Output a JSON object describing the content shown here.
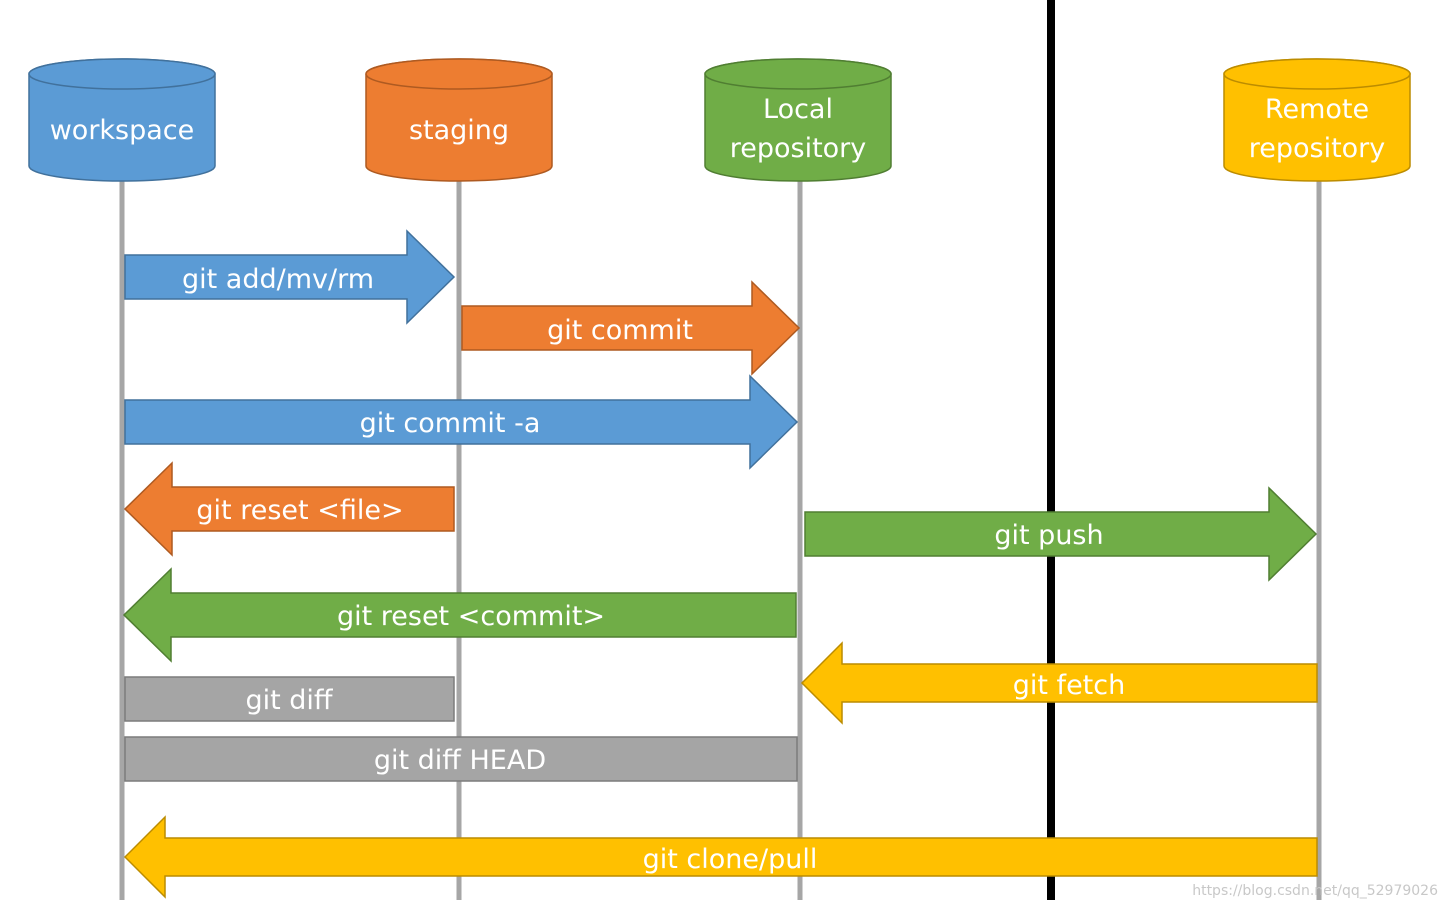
{
  "locations": {
    "workspace": {
      "label_lines": [
        "workspace"
      ],
      "color": "#5B9BD5",
      "stroke": "#41719C"
    },
    "staging": {
      "label_lines": [
        "staging"
      ],
      "color": "#ED7D31",
      "stroke": "#AE5A21"
    },
    "local": {
      "label_lines": [
        "Local",
        "repository"
      ],
      "color": "#70AD47",
      "stroke": "#507E32"
    },
    "remote": {
      "label_lines": [
        "Remote",
        "repository"
      ],
      "color": "#FFC000",
      "stroke": "#BC8C00"
    }
  },
  "lifeline_color": "#A6A6A6",
  "divider_color": "#000000",
  "commands": [
    {
      "label": "git add/mv/rm",
      "color": "#5B9BD5",
      "stroke": "#41719C",
      "from": "workspace",
      "to": "staging",
      "kind": "arrow"
    },
    {
      "label": "git commit",
      "color": "#ED7D31",
      "stroke": "#AE5A21",
      "from": "staging",
      "to": "local",
      "kind": "arrow"
    },
    {
      "label": "git commit -a",
      "color": "#5B9BD5",
      "stroke": "#41719C",
      "from": "workspace",
      "to": "local",
      "kind": "arrow"
    },
    {
      "label": "git reset <file>",
      "color": "#ED7D31",
      "stroke": "#AE5A21",
      "from": "staging",
      "to": "workspace",
      "kind": "arrow"
    },
    {
      "label": "git push",
      "color": "#70AD47",
      "stroke": "#507E32",
      "from": "local",
      "to": "remote",
      "kind": "arrow"
    },
    {
      "label": "git reset <commit>",
      "color": "#70AD47",
      "stroke": "#507E32",
      "from": "local",
      "to": "workspace",
      "kind": "arrow"
    },
    {
      "label": "git fetch",
      "color": "#FFC000",
      "stroke": "#BC8C00",
      "from": "remote",
      "to": "local",
      "kind": "arrow"
    },
    {
      "label": "git diff",
      "color": "#A5A5A5",
      "stroke": "#7C7C7C",
      "from": "workspace",
      "to": "staging",
      "kind": "bar"
    },
    {
      "label": "git diff HEAD",
      "color": "#A5A5A5",
      "stroke": "#7C7C7C",
      "from": "workspace",
      "to": "local",
      "kind": "bar"
    },
    {
      "label": "git clone/pull",
      "color": "#FFC000",
      "stroke": "#BC8C00",
      "from": "remote",
      "to": "workspace",
      "kind": "arrow"
    }
  ],
  "watermark": "https://blog.csdn.net/qq_52979026"
}
